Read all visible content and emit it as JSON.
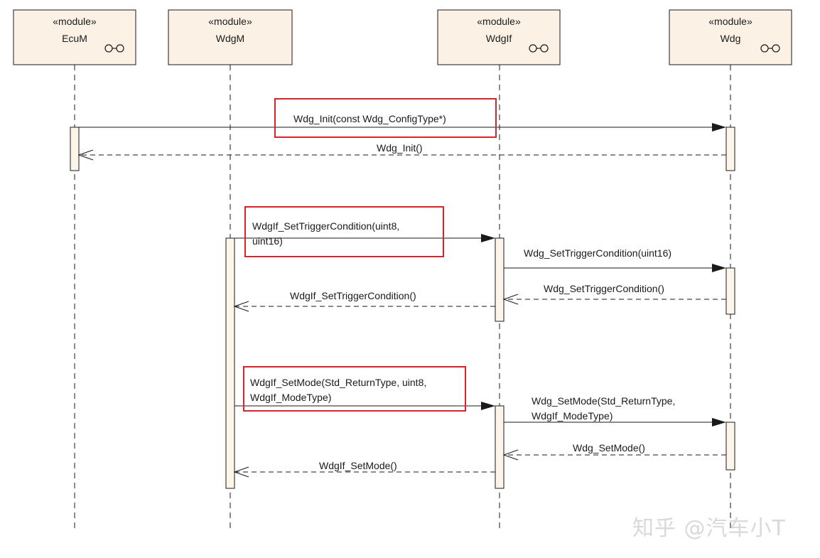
{
  "participants": [
    {
      "stereotype": "«module»",
      "name": "EcuM",
      "icon": "component-link-icon"
    },
    {
      "stereotype": "«module»",
      "name": "WdgM",
      "icon": ""
    },
    {
      "stereotype": "«module»",
      "name": "WdgIf",
      "icon": "component-link-icon"
    },
    {
      "stereotype": "«module»",
      "name": "Wdg",
      "icon": "component-link-icon"
    }
  ],
  "messages": [
    {
      "from": 0,
      "to": 3,
      "kind": "call",
      "lines": [
        "Wdg_Init(const Wdg_ConfigType*)"
      ],
      "highlighted": true
    },
    {
      "from": 3,
      "to": 0,
      "kind": "return",
      "lines": [
        "Wdg_Init()"
      ],
      "highlighted": false
    },
    {
      "from": 1,
      "to": 2,
      "kind": "call",
      "lines": [
        "WdgIf_SetTriggerCondition(uint8,",
        "uint16)"
      ],
      "highlighted": true
    },
    {
      "from": 2,
      "to": 3,
      "kind": "call",
      "lines": [
        "Wdg_SetTriggerCondition(uint16)"
      ],
      "highlighted": false
    },
    {
      "from": 3,
      "to": 2,
      "kind": "return",
      "lines": [
        "Wdg_SetTriggerCondition()"
      ],
      "highlighted": false
    },
    {
      "from": 2,
      "to": 1,
      "kind": "return",
      "lines": [
        "WdgIf_SetTriggerCondition()"
      ],
      "highlighted": false
    },
    {
      "from": 1,
      "to": 2,
      "kind": "call",
      "lines": [
        "WdgIf_SetMode(Std_ReturnType, uint8,",
        "WdgIf_ModeType)"
      ],
      "highlighted": true
    },
    {
      "from": 2,
      "to": 3,
      "kind": "call",
      "lines": [
        "Wdg_SetMode(Std_ReturnType,",
        "WdgIf_ModeType)"
      ],
      "highlighted": false
    },
    {
      "from": 3,
      "to": 2,
      "kind": "return",
      "lines": [
        "Wdg_SetMode()"
      ],
      "highlighted": false
    },
    {
      "from": 2,
      "to": 1,
      "kind": "return",
      "lines": [
        "WdgIf_SetMode()"
      ],
      "highlighted": false
    }
  ],
  "watermark": "知乎 @汽车小T",
  "colors": {
    "box_fill": "#fbf1e4",
    "activation_fill": "#fdf5ea",
    "line": "#1a1a1a",
    "highlight": "#d9232b",
    "watermark": "#d9d9d9"
  }
}
